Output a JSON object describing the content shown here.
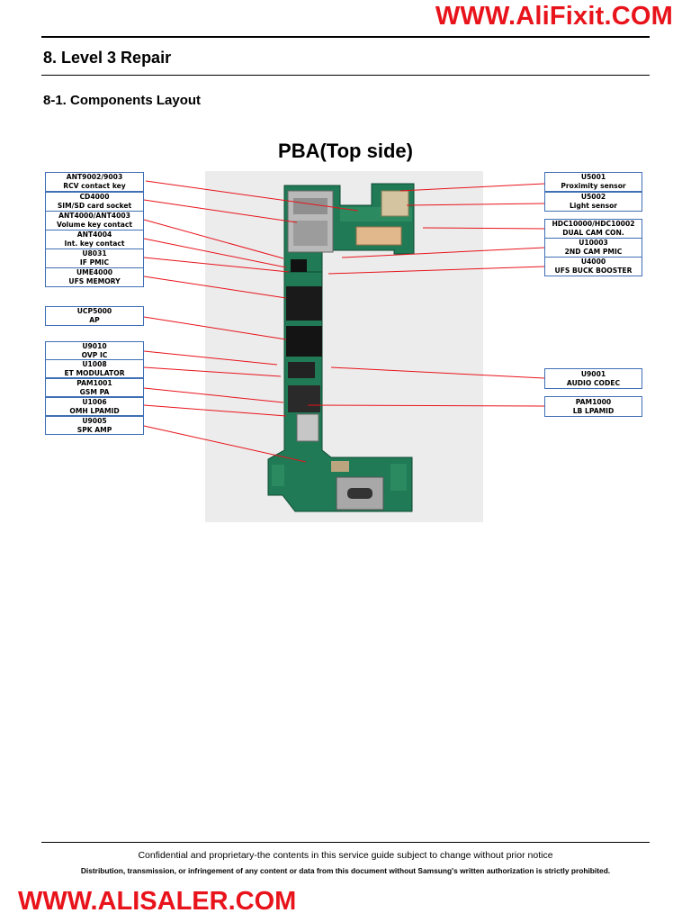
{
  "watermark_top": "WWW.AliFixit.COM",
  "watermark_bottom": "WWW.ALISALER.COM",
  "section_title": "8. Level 3 Repair",
  "subsection_title": "8-1. Components Layout",
  "diagram_title": "PBA(Top side)",
  "left_labels": [
    {
      "line1": "ANT9002/9003",
      "line2": "RCV contact key"
    },
    {
      "line1": "CD4000",
      "line2": "SIM/SD card socket"
    },
    {
      "line1": "ANT4000/ANT4003",
      "line2": "Volume key contact"
    },
    {
      "line1": "ANT4004",
      "line2": "Int. key contact"
    },
    {
      "line1": "U8031",
      "line2": "IF PMIC"
    },
    {
      "line1": "UME4000",
      "line2": "UFS MEMORY"
    },
    {
      "line1": "UCP5000",
      "line2": "AP"
    },
    {
      "line1": "U9010",
      "line2": "OVP IC"
    },
    {
      "line1": "U1008",
      "line2": "ET MODULATOR"
    },
    {
      "line1": "PAM1001",
      "line2": "GSM PA"
    },
    {
      "line1": "U1006",
      "line2": "OMH LPAMID"
    },
    {
      "line1": "U9005",
      "line2": "SPK AMP"
    }
  ],
  "right_labels": [
    {
      "line1": "U5001",
      "line2": "Proximity sensor"
    },
    {
      "line1": "U5002",
      "line2": "Light sensor"
    },
    {
      "line1": "HDC10000/HDC10002",
      "line2": "DUAL CAM CON."
    },
    {
      "line1": "U10003",
      "line2": "2ND CAM PMIC"
    },
    {
      "line1": "U4000",
      "line2": "UFS BUCK BOOSTER"
    },
    {
      "line1": "U9001",
      "line2": "AUDIO CODEC"
    },
    {
      "line1": "PAM1000",
      "line2": "LB LPAMID"
    }
  ],
  "footer_line1": "Confidential and proprietary-the contents in this service guide subject to change without prior notice",
  "footer_line2": "Distribution, transmission, or infringement of any content or data from this document without Samsung's written authorization is strictly prohibited.",
  "colors": {
    "watermark": "#e8131b",
    "leader_line": "#e8131b",
    "label_border": "#3f6fb5",
    "pcb": "#1f7a55"
  }
}
